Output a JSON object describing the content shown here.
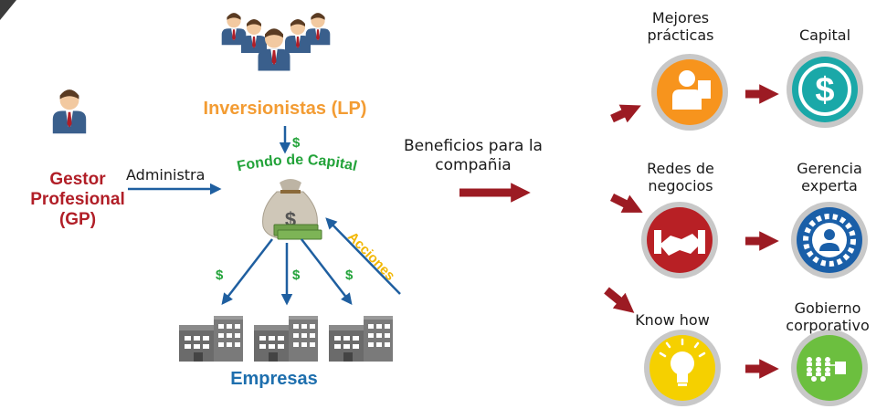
{
  "manager": {
    "lines": [
      "Gestor",
      "Profesional",
      "(GP)"
    ]
  },
  "investors": {
    "label": "Inversionistas (LP)"
  },
  "fund": {
    "label": "Fondo de Capital"
  },
  "administers": {
    "label": "Administra"
  },
  "shares": {
    "label": "Acciones"
  },
  "currency_symbol": "$",
  "companies": {
    "label": "Empresas"
  },
  "benefits": {
    "lines": [
      "Beneficios para la",
      "compañia"
    ]
  },
  "benefit_items": [
    {
      "lines": [
        "Mejores",
        "prácticas"
      ],
      "icon": "presenter-icon",
      "color": "#f7941d"
    },
    {
      "lines": [
        "Capital"
      ],
      "icon": "dollar-icon",
      "color": "#1aa8a8"
    },
    {
      "lines": [
        "Redes de",
        "negocios"
      ],
      "icon": "handshake-icon",
      "color": "#b82025"
    },
    {
      "lines": [
        "Gerencia",
        "experta"
      ],
      "icon": "expert-gear-icon",
      "color": "#1a5fa8"
    },
    {
      "lines": [
        "Know how"
      ],
      "icon": "lightbulb-icon",
      "color": "#f5d000"
    },
    {
      "lines": [
        "Gobierno",
        "corporativo"
      ],
      "icon": "org-chart-icon",
      "color": "#6cbf3f"
    }
  ],
  "colors": {
    "manager": "#b11e27",
    "investors": "#f39c33",
    "fund": "#23a33a",
    "companies": "#1e6fae",
    "flow_arrow": "#1f5fa0",
    "shares_arrow": "#f2b705",
    "benefit_arrow": "#9c1b23"
  }
}
